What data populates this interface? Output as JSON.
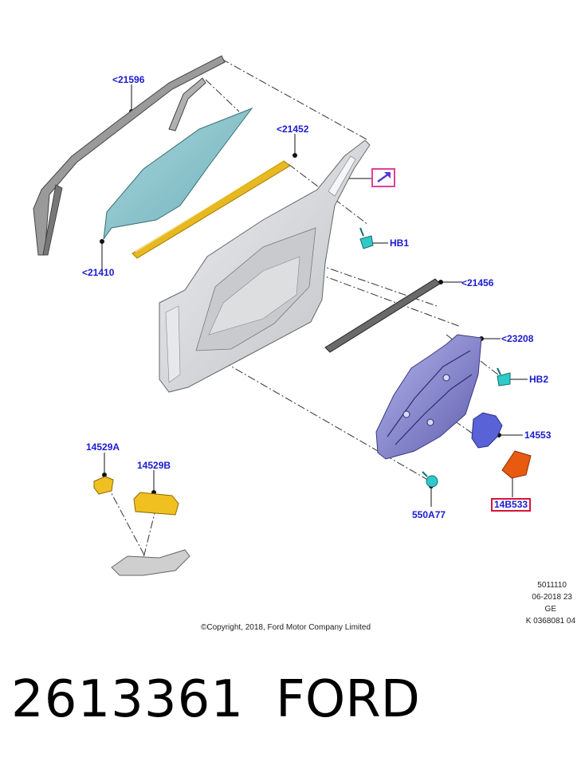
{
  "callouts": {
    "trim_top": "<21596",
    "glass": "<21410",
    "weatherstrip_inner": "<21452",
    "hb1": "HB1",
    "weatherstrip_outer": "<21456",
    "regulator": "<23208",
    "hb2": "HB2",
    "motor": "14553",
    "module": "14B533",
    "clip": "550A77",
    "switch_a": "14529A",
    "switch_b": "14529B"
  },
  "meta": {
    "line1": "5011110",
    "line2": "06-2018 23",
    "line3": "GE",
    "line4": "K 0368081 04"
  },
  "copyright": "©Copyright, 2018, Ford Motor Company Limited",
  "part_number": "2613361",
  "brand": "FORD",
  "colors": {
    "callout_text": "#1a1ad0",
    "highlight_box": "#d8143a",
    "pink_box": "#e0409a",
    "glass": "#7fbcc4",
    "weatherstrip": "#e8b820",
    "regulator": "#7a78c8",
    "door_frame": "#d4d6d8",
    "orange_module": "#e85a10",
    "cyan_fastener": "#30c8c8"
  }
}
